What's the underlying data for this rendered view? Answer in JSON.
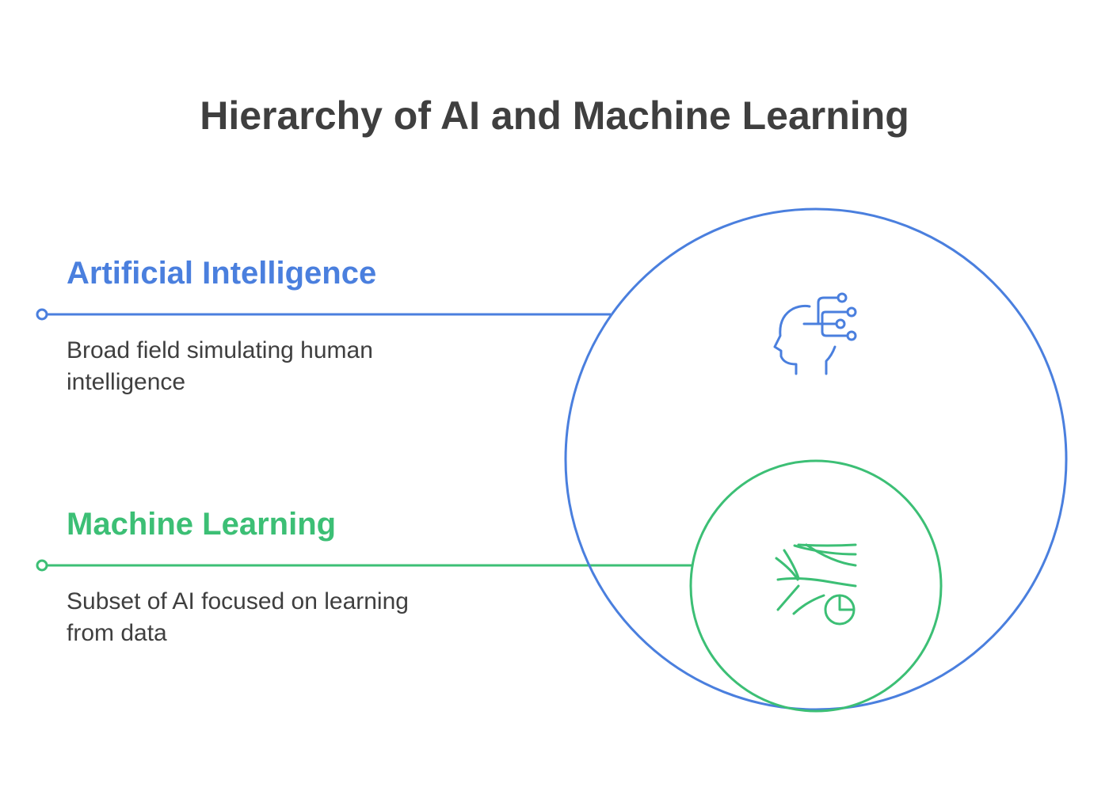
{
  "title": "Hierarchy of AI and Machine Learning",
  "colors": {
    "ai": "#4a7fde",
    "ml": "#3cbf75",
    "text": "#3f3f3f"
  },
  "items": [
    {
      "heading": "Artificial Intelligence",
      "description_lines": [
        "Broad field simulating human",
        "intelligence"
      ],
      "icon": "ai-head-circuit-icon"
    },
    {
      "heading": "Machine Learning",
      "description_lines": [
        "Subset of AI focused on learning",
        "from data"
      ],
      "icon": "data-flow-chart-icon"
    }
  ]
}
